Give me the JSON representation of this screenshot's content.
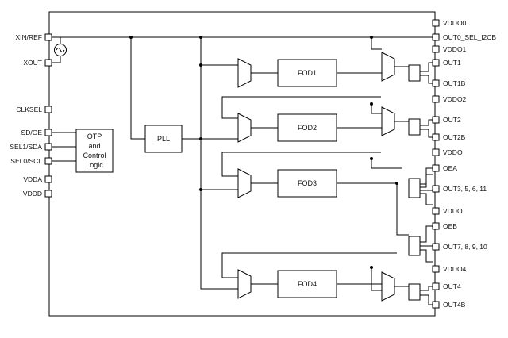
{
  "left_pins": [
    "XIN/REF",
    "XOUT",
    "CLKSEL",
    "SD/OE",
    "SEL1/SDA",
    "SEL0/SCL",
    "VDDA",
    "VDDD"
  ],
  "right_pins": [
    "VDDO0",
    "OUT0_SEL_I2CB",
    "VDDO1",
    "OUT1",
    "OUT1B",
    "VDDO2",
    "OUT2",
    "OUT2B",
    "VDDO",
    "OEA",
    "OUT3, 5, 6, 11",
    "VDDO",
    "OEB",
    "OUT7, 8, 9, 10",
    "VDDO4",
    "OUT4",
    "OUT4B"
  ],
  "blocks": {
    "otp": [
      "OTP",
      "and",
      "Control",
      "Logic"
    ],
    "pll": "PLL",
    "fod1": "FOD1",
    "fod2": "FOD2",
    "fod3": "FOD3",
    "fod4": "FOD4"
  }
}
